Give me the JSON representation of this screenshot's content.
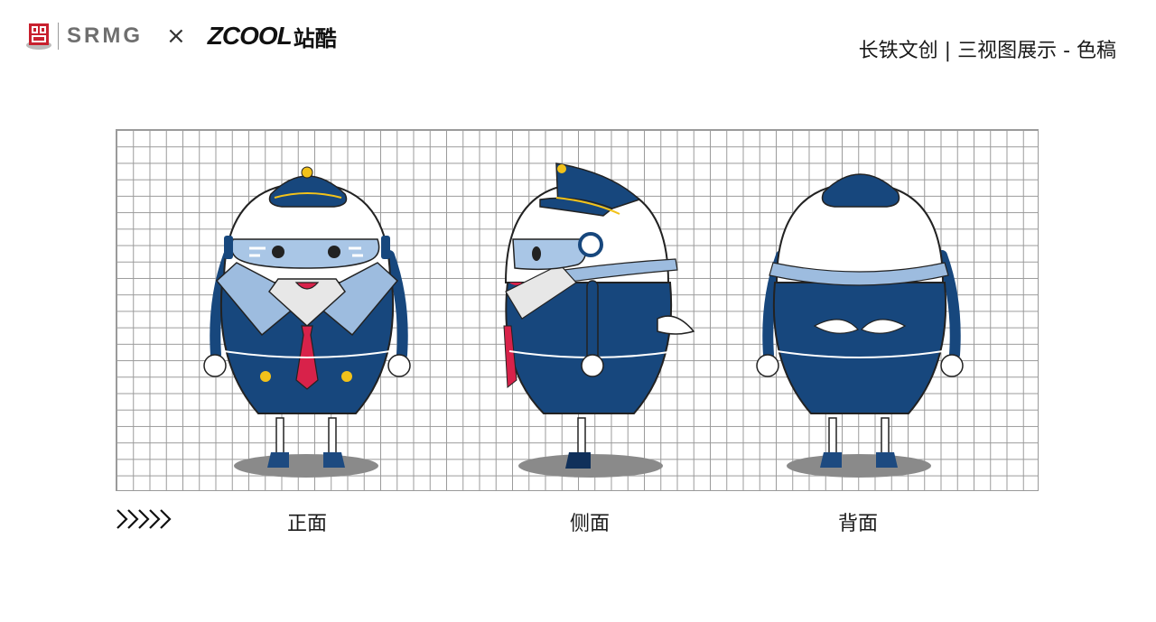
{
  "header": {
    "srmg_text": "SRMG",
    "times_symbol": "×",
    "zcool_text": "ZCOOL",
    "zcool_cn_text": "站酷",
    "page_title": "长铁文创 | 三视图展示 - 色稿"
  },
  "views": [
    {
      "label": "正面"
    },
    {
      "label": "侧面"
    },
    {
      "label": "背面"
    }
  ],
  "colors": {
    "uniform_navy": "#17477d",
    "visor_blue": "#a9c6e6",
    "collar_light": "#9dbcdf",
    "tie_red": "#d8224a",
    "button_gold": "#f2c21a",
    "shadow_gray": "#8a8a8a",
    "grid_line": "#9a9a9a"
  }
}
